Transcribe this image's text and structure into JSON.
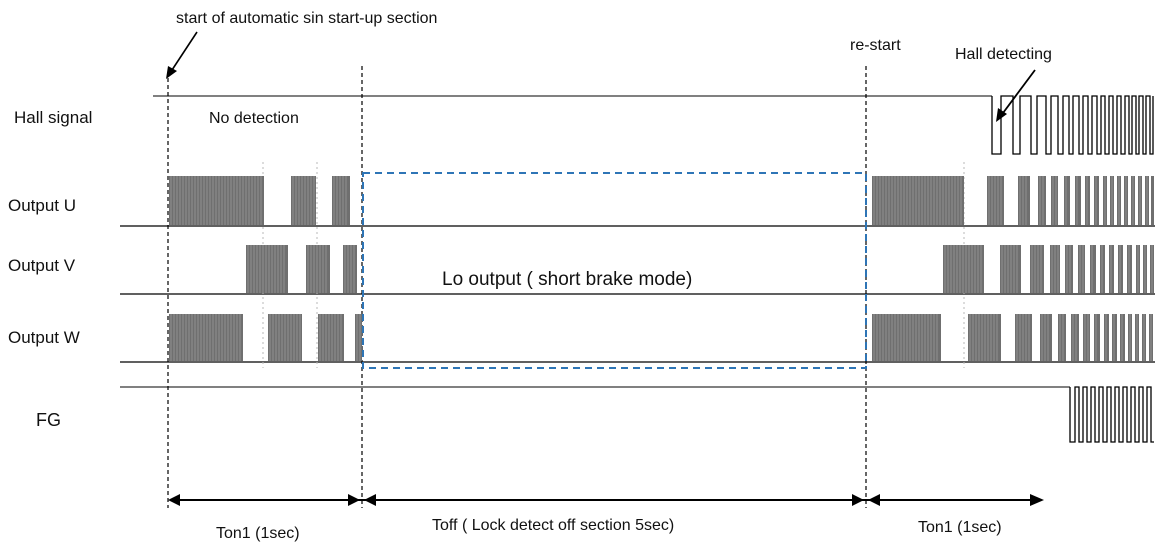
{
  "annotations": {
    "start_section": "start of automatic sin start-up section",
    "restart": "re-start",
    "hall_detecting": "Hall detecting",
    "no_detection": "No detection",
    "lo_output": "Lo output ( short brake mode)"
  },
  "signals": {
    "hall": "Hall signal",
    "out_u": "Output U",
    "out_v": "Output V",
    "out_w": "Output W",
    "fg": "FG"
  },
  "intervals": {
    "ton1_left": "Ton1 (1sec)",
    "toff": "Toff ( Lock detect off section 5sec)",
    "ton1_right": "Ton1 (1sec)"
  },
  "colors": {
    "pwm": "#6f6f6f",
    "brake_box": "#2e75b6",
    "line": "#000000"
  }
}
